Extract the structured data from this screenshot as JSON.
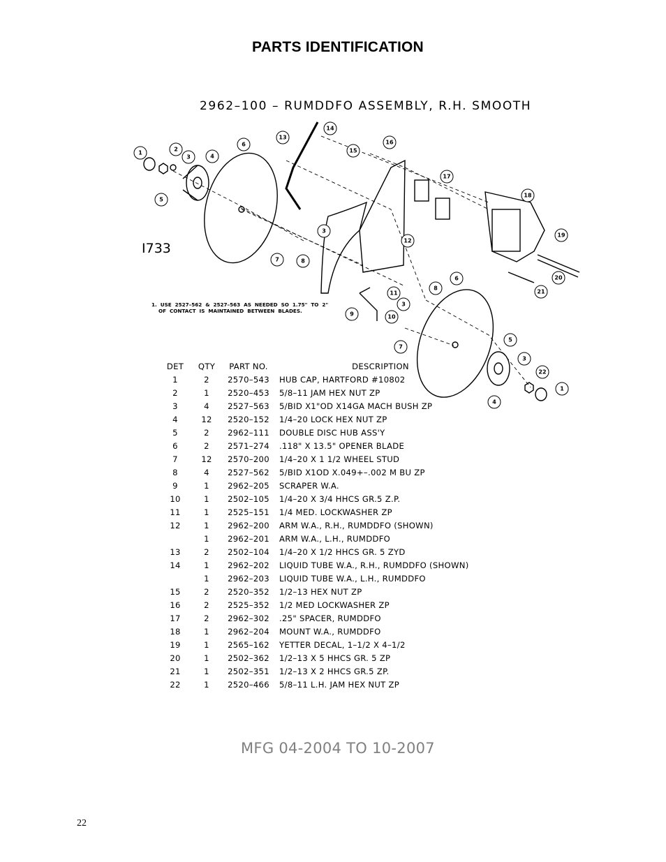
{
  "page": {
    "title": "PARTS IDENTIFICATION",
    "mfg_note": "MFG 04-2004 TO 10-2007",
    "page_number": "22"
  },
  "drawing": {
    "assembly_title": "2962–100  –  RUMDDFO  ASSEMBLY,  R.H.  SMOOTH",
    "drawing_id": "I733",
    "note_line1": "1.  USE  2527–562  &  2527–563  AS  NEEDED  SO  1.75\"  TO  2\"",
    "note_line2": "    OF  CONTACT  IS  MAINTAINED  BETWEEN  BLADES.",
    "callouts": [
      "1",
      "2",
      "3",
      "4",
      "5",
      "6",
      "7",
      "8",
      "3",
      "13",
      "14",
      "15",
      "16",
      "17",
      "18",
      "19",
      "20",
      "21",
      "12",
      "11",
      "8",
      "9",
      "10",
      "3",
      "6",
      "7",
      "5",
      "3",
      "22",
      "1",
      "4"
    ]
  },
  "parts_table": {
    "headers": {
      "det": "DET",
      "qty": "QTY",
      "part": "PART NO.",
      "desc": "DESCRIPTION"
    },
    "rows": [
      {
        "det": "1",
        "qty": "2",
        "part": "2570–543",
        "desc": "HUB  CAP,  HARTFORD  #10802"
      },
      {
        "det": "2",
        "qty": "1",
        "part": "2520–453",
        "desc": "5/8–11  JAM  HEX  NUT   ZP"
      },
      {
        "det": "3",
        "qty": "4",
        "part": "2527–563",
        "desc": "5/BID  X1\"OD  X14GA  MACH  BUSH  ZP"
      },
      {
        "det": "4",
        "qty": "12",
        "part": "2520–152",
        "desc": "1/4–20  LOCK  HEX  NUT  ZP"
      },
      {
        "det": "5",
        "qty": "2",
        "part": "2962–111",
        "desc": "DOUBLE  DISC  HUB  ASS'Y"
      },
      {
        "det": "6",
        "qty": "2",
        "part": "2571–274",
        "desc": ".118\"  X  13.5\"  OPENER  BLADE"
      },
      {
        "det": "7",
        "qty": "12",
        "part": "2570–200",
        "desc": "1/4–20  X  1  1/2  WHEEL  STUD"
      },
      {
        "det": "8",
        "qty": "4",
        "part": "2527–562",
        "desc": "5/BID  X1OD  X.049+–.002  M  BU  ZP"
      },
      {
        "det": "9",
        "qty": "1",
        "part": "2962–205",
        "desc": "SCRAPER  W.A."
      },
      {
        "det": "10",
        "qty": "1",
        "part": "2502–105",
        "desc": "1/4–20  X  3/4  HHCS  GR.5  Z.P."
      },
      {
        "det": "11",
        "qty": "1",
        "part": "2525–151",
        "desc": "1/4  MED.  LOCKWASHER   ZP"
      },
      {
        "det": "12",
        "qty": "1",
        "part": "2962–200",
        "desc": "ARM  W.A.,  R.H.,  RUMDDFO  (SHOWN)"
      },
      {
        "det": "",
        "qty": "1",
        "part": "2962–201",
        "desc": "ARM  W.A.,  L.H.,  RUMDDFO"
      },
      {
        "det": "13",
        "qty": "2",
        "part": "2502–104",
        "desc": "1/4–20  X  1/2  HHCS  GR.  5  ZYD"
      },
      {
        "det": "14",
        "qty": "1",
        "part": "2962–202",
        "desc": "LIQUID  TUBE  W.A.,  R.H.,  RUMDDFO  (SHOWN)"
      },
      {
        "det": "",
        "qty": "1",
        "part": "2962–203",
        "desc": "LIQUID  TUBE  W.A.,  L.H.,  RUMDDFO"
      },
      {
        "det": "15",
        "qty": "2",
        "part": "2520–352",
        "desc": "1/2–13  HEX  NUT  ZP"
      },
      {
        "det": "16",
        "qty": "2",
        "part": "2525–352",
        "desc": "1/2  MED  LOCKWASHER  ZP"
      },
      {
        "det": "17",
        "qty": "2",
        "part": "2962–302",
        "desc": ".25\"  SPACER,  RUMDDFO"
      },
      {
        "det": "18",
        "qty": "1",
        "part": "2962–204",
        "desc": "MOUNT  W.A.,  RUMDDFO"
      },
      {
        "det": "19",
        "qty": "1",
        "part": "2565–162",
        "desc": "YETTER  DECAL,  1–1/2  X  4–1/2"
      },
      {
        "det": "20",
        "qty": "1",
        "part": "2502–362",
        "desc": "1/2–13  X  5  HHCS  GR.  5  ZP"
      },
      {
        "det": "21",
        "qty": "1",
        "part": "2502–351",
        "desc": "1/2–13  X  2  HHCS  GR.5  ZP."
      },
      {
        "det": "22",
        "qty": "1",
        "part": "2520–466",
        "desc": "5/8–11  L.H.  JAM  HEX  NUT   ZP"
      }
    ]
  }
}
